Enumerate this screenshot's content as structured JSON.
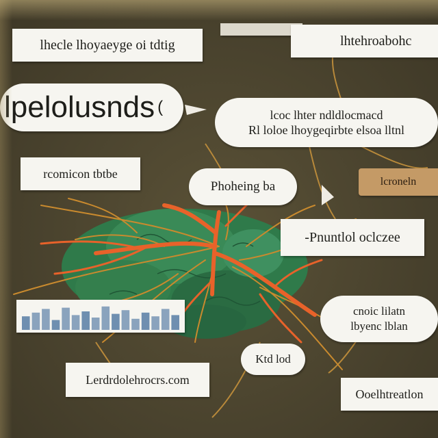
{
  "colors": {
    "background": "#4a432e",
    "label_fill": "#f6f5f0",
    "vessel_orange": "#e8622a",
    "vessel_gold": "#c98a2e",
    "tissue_green": "#2f7a4a",
    "accent_tan": "#c49a66"
  },
  "labels": {
    "top_left": "lhecle lhoyaeyge oi tdtig",
    "banner_top": "",
    "top_right": "lhtehroabohc",
    "title": "lpelolusnds",
    "title_suffix": "(",
    "desc_line1": "lcoc lhter ndldlocmacd",
    "desc_line2": "Rl loloe lhoygeqirbte elsoa lltnl",
    "left_mid": "rcomicon tbtbe",
    "center_bubble": "Phoheing ba",
    "tan_tag": "lcroneln",
    "right_mid": "-Pnuntlol oclczee",
    "right_bubble_line1": "cnoic lilatn",
    "right_bubble_line2": "lbyenc lblan",
    "small_bubble": "Ktd lod",
    "bottom_left": "Lerdrdolehrocrs.com",
    "bottom_right": "Ooelhtreatlon"
  },
  "chart_strip": {
    "values": [
      0.55,
      0.7,
      0.85,
      0.4,
      0.9,
      0.6,
      0.75,
      0.5,
      0.95,
      0.65,
      0.8,
      0.45,
      0.7,
      0.55,
      0.85,
      0.6
    ]
  }
}
